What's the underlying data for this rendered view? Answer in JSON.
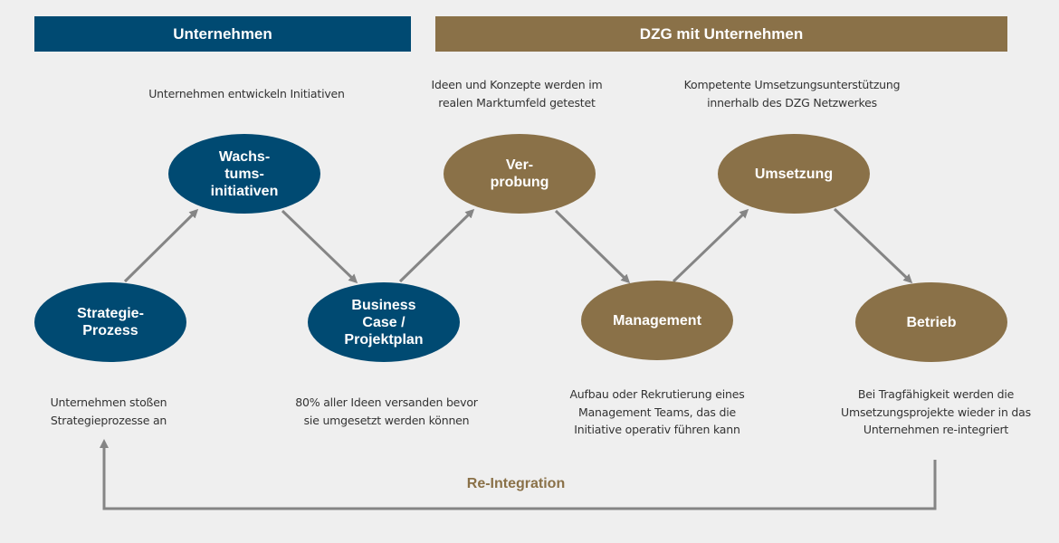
{
  "headers": {
    "left": "Unternehmen",
    "right": "DZG mit Unternehmen"
  },
  "nodes": {
    "strategie": "Strategie-\nProzess",
    "wachstum": "Wachs-\ntums-\ninitiativen",
    "business": "Business\nCase /\nProjektplan",
    "verprobung": "Ver-\nprobung",
    "management": "Management",
    "umsetzung": "Umsetzung",
    "betrieb": "Betrieb"
  },
  "descriptions": {
    "initiativen": "Unternehmen entwickeln Initiativen",
    "markt": "Ideen und Konzepte werden im\nrealen Marktumfeld getestet",
    "kompetent": "Kompetente Umsetzungsunterstützung\ninnerhalb des DZG Netzwerkes",
    "strategie": "Unternehmen stoßen\nStrategieprozesse an",
    "ideen": "80% aller Ideen versanden bevor\nsie umgesetzt werden können",
    "aufbau": "Aufbau oder Rekrutierung eines\nManagement Teams, das die\nInitiative operativ führen kann",
    "tragfaehigkeit": "Bei Tragfähigkeit werden die\nUmsetzungsprojekte wieder in das\nUnternehmen re-integriert"
  },
  "reintegration": "Re-Integration",
  "colors": {
    "blue": "#004a72",
    "brown": "#8a7148",
    "arrow": "#858585"
  }
}
